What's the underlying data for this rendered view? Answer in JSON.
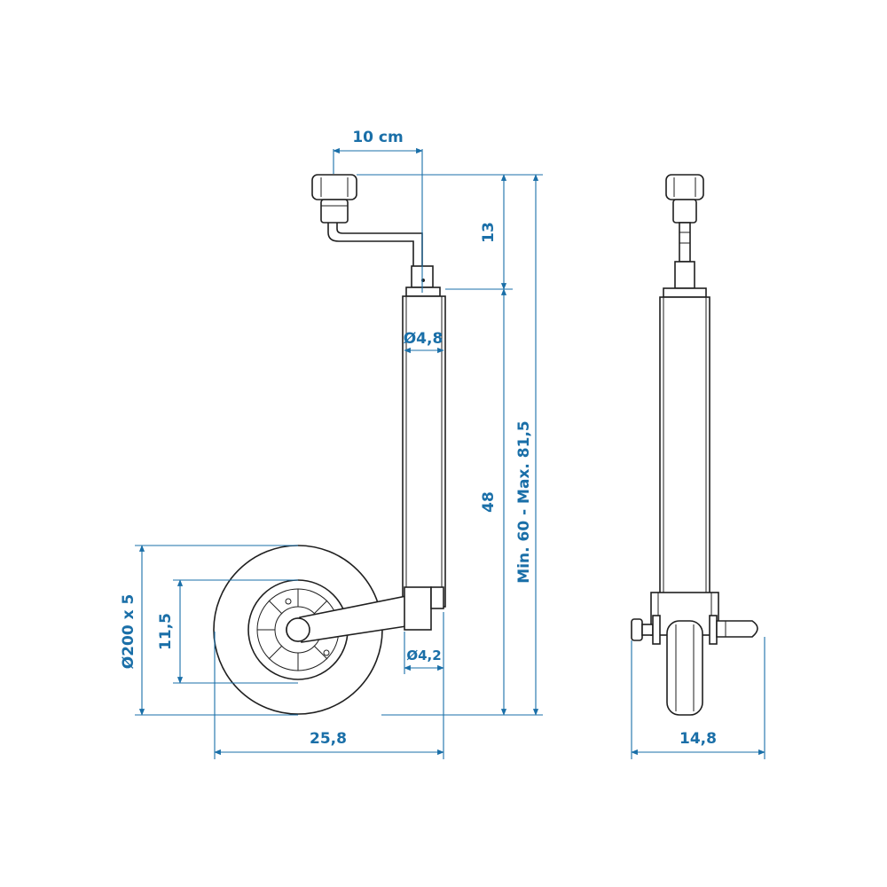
{
  "colors": {
    "dimension": "#1a6fa8",
    "drawing": "#1f1f1f",
    "background": "#ffffff"
  },
  "dimensions": {
    "crank_offset": "10 cm",
    "crank_height": "13",
    "tube_diameter": "Ø4,8",
    "tube_length": "48",
    "total_height": "Min. 60 - Max. 81,5",
    "wheel_diameter": "Ø200 x 5",
    "hub_height": "11,5",
    "lower_tube_diameter": "Ø4,2",
    "overall_depth": "25,8",
    "overall_width": "14,8"
  }
}
